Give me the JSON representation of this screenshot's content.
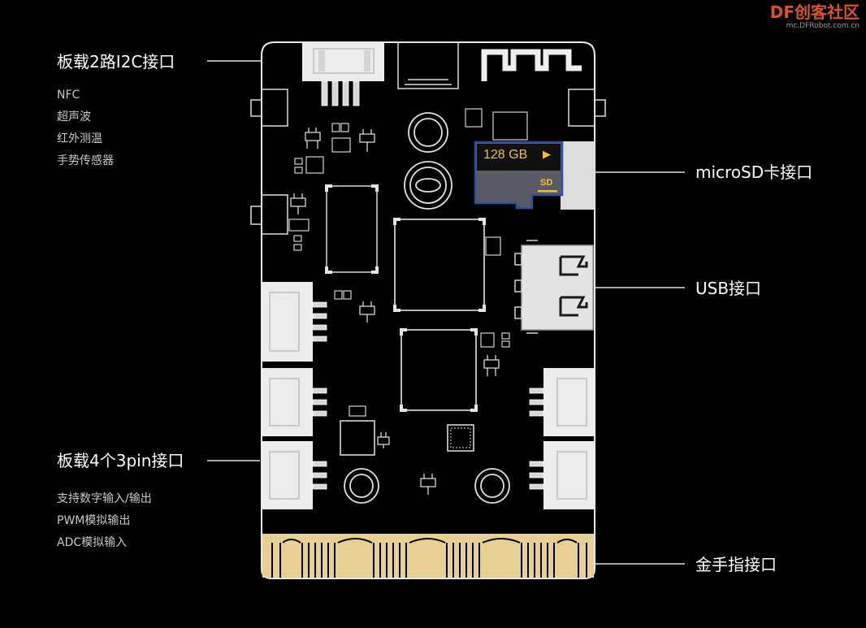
{
  "watermark": {
    "brand": "DF创客社区",
    "url": "mc.DFRobot.com.cn"
  },
  "callouts": {
    "i2c": {
      "title": "板载2路I2C接口",
      "items": [
        "NFC",
        "超声波",
        "红外测温",
        "手势传感器"
      ]
    },
    "pin3": {
      "title": "板载4个3pin接口",
      "items": [
        "支持数字输入/输出",
        "PWM模拟输出",
        "ADC模拟输入"
      ]
    },
    "microsd": {
      "title": "microSD卡接口"
    },
    "usb": {
      "title": "USB接口"
    },
    "edge": {
      "title": "金手指接口"
    }
  },
  "sdcard": {
    "capacity": "128 GB",
    "arrow": "▶",
    "badge": "SD"
  },
  "colors": {
    "board": "#000000",
    "outline": "#e8e8e8",
    "gold": "#e8cf93",
    "connector": "#e8e8e8",
    "sd_yellow": "#f0c030"
  }
}
